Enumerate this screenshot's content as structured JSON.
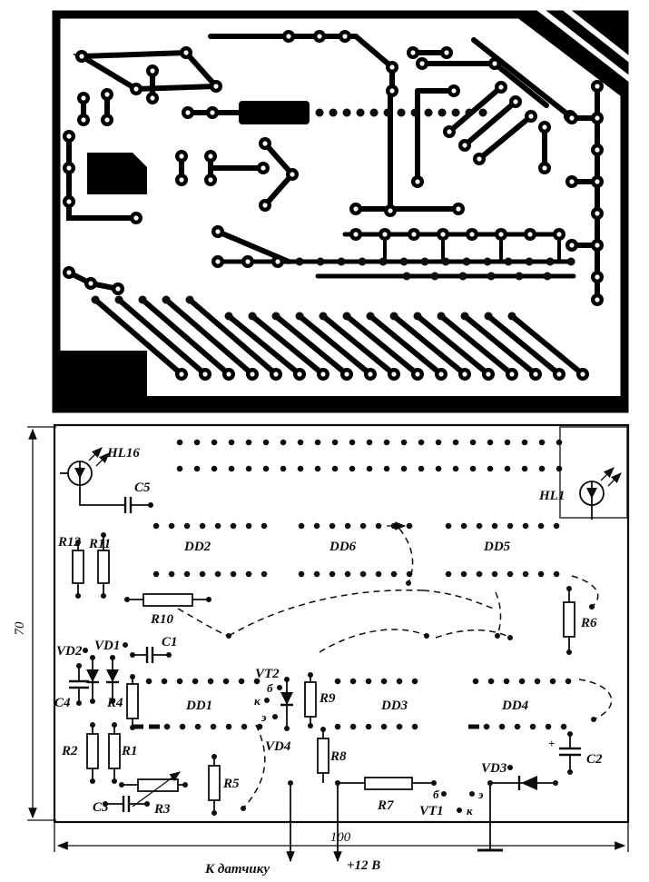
{
  "figure": {
    "top_name": "pcb-copper-trace-layout",
    "bottom_name": "component-placement-diagram"
  },
  "dims": {
    "height": "70",
    "width": "100"
  },
  "components": {
    "HL16": "HL16",
    "C5": "C5",
    "R12": "R12",
    "R11": "R11",
    "DD2": "DD2",
    "DD6": "DD6",
    "DD5": "DD5",
    "HL1": "HL1",
    "R10": "R10",
    "R6": "R6",
    "VD2": "VD2",
    "VD1": "VD1",
    "C1": "C1",
    "C4": "C4",
    "R4": "R4",
    "DD1": "DD1",
    "VT2": "VT2",
    "R9": "R9",
    "DD3": "DD3",
    "DD4": "DD4",
    "R2": "R2",
    "R1": "R1",
    "VD4": "VD4",
    "R8": "R8",
    "C2": "C2",
    "C3": "C3",
    "R3": "R3",
    "R5": "R5",
    "R7": "R7",
    "VD3": "VD3",
    "VT1": "VT1"
  },
  "pins": {
    "base": "б",
    "collector": "к",
    "emitter": "э"
  },
  "annotations": {
    "sensor": "К датчику",
    "power": "+12 В",
    "plus": "+"
  },
  "colors": {
    "ink": "#000000",
    "paper": "#ffffff"
  }
}
